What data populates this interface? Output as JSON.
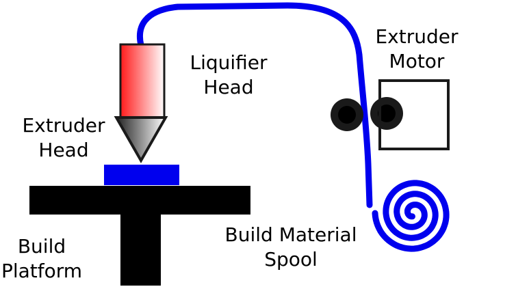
{
  "labels": {
    "liquifier_head": [
      "Liquifier",
      "Head"
    ],
    "extruder_head": [
      "Extruder",
      "Head"
    ],
    "extruder_motor": [
      "Extruder",
      "Motor"
    ],
    "build_platform": [
      "Build",
      "Platform"
    ],
    "build_material_spool": [
      "Build Material",
      "Spool"
    ]
  },
  "colors": {
    "filament": "#0000ee",
    "liquifier_top": "#ff1a1a",
    "liquifier_bottom": "#ffffff",
    "nozzle_top": "#222222",
    "nozzle_bottom": "#ffffff",
    "platform": "#000000",
    "roller": "#1a1a1a",
    "outline": "#1a1a1a"
  }
}
